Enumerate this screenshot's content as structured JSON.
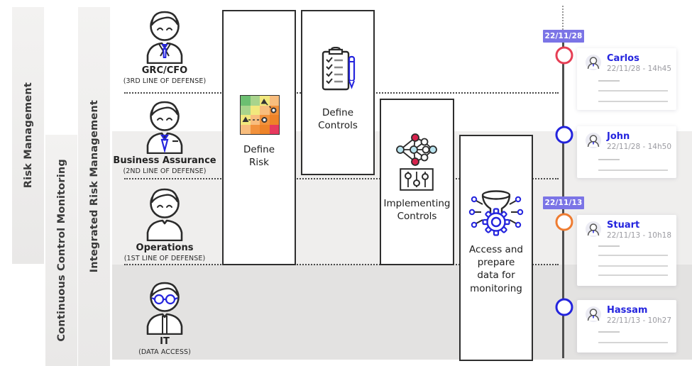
{
  "sidebar": {
    "lanes": [
      {
        "label": "Risk Management"
      },
      {
        "label": "Continuous Control Monitoring"
      },
      {
        "label": "Integrated Risk Management"
      }
    ]
  },
  "personas": [
    {
      "name": "GRC/CFO",
      "role": "(3RD LINE OF DEFENSE)",
      "icon": "executive-avatar-icon"
    },
    {
      "name": "Business Assurance",
      "role": "(2ND LINE OF DEFENSE)",
      "icon": "manager-avatar-icon"
    },
    {
      "name": "Operations",
      "role": "(1ST LINE OF DEFENSE)",
      "icon": "operator-avatar-icon"
    },
    {
      "name": "IT",
      "role": "(DATA ACCESS)",
      "icon": "it-avatar-icon"
    }
  ],
  "steps": [
    {
      "label": "Define Risk",
      "icon": "risk-heatmap-icon"
    },
    {
      "label": "Define Controls",
      "icon": "checklist-pen-icon"
    },
    {
      "label": "Implementing Controls",
      "icon": "network-and-sliders-icon"
    },
    {
      "label": "Access and prepare data for monitoring",
      "icon": "funnel-gear-icon"
    }
  ],
  "timeline": {
    "badge_color": "#7b74e6",
    "badges": [
      {
        "date": "22/11/28"
      },
      {
        "date": "22/11/13"
      }
    ],
    "events": [
      {
        "name": "Carlos",
        "datetime": "22/11/28 - 14h45",
        "node_color": "#e63e54"
      },
      {
        "name": "John",
        "datetime": "22/11/28 - 14h50",
        "node_color": "#2424dd"
      },
      {
        "name": "Stuart",
        "datetime": "22/11/13 - 10h18",
        "node_color": "#ee7c31"
      },
      {
        "name": "Hassam",
        "datetime": "22/11/13 - 10h27",
        "node_color": "#2424dd"
      }
    ]
  },
  "risk_heatmap": {
    "cells": [
      "#6cbf71",
      "#a9d48c",
      "#f2e87d",
      "#f8bd7d",
      "#a9d48c",
      "#f2e87d",
      "#f8bd7d",
      "#f2923c",
      "#f2e87d",
      "#f8bd7d",
      "#f2923c",
      "#ee8328",
      "#f8bd7d",
      "#f2923c",
      "#ee8328",
      "#e73a5e"
    ]
  },
  "colors": {
    "accent_blue": "#2424dd",
    "badge_purple": "#7b74e6",
    "band_light": "#efeeed",
    "band_dark": "#e3e2e1",
    "node_red": "#e63e54",
    "node_orange": "#ee7c31",
    "heat_green": "#6cbf71",
    "heat_crimson": "#e73a5e"
  }
}
